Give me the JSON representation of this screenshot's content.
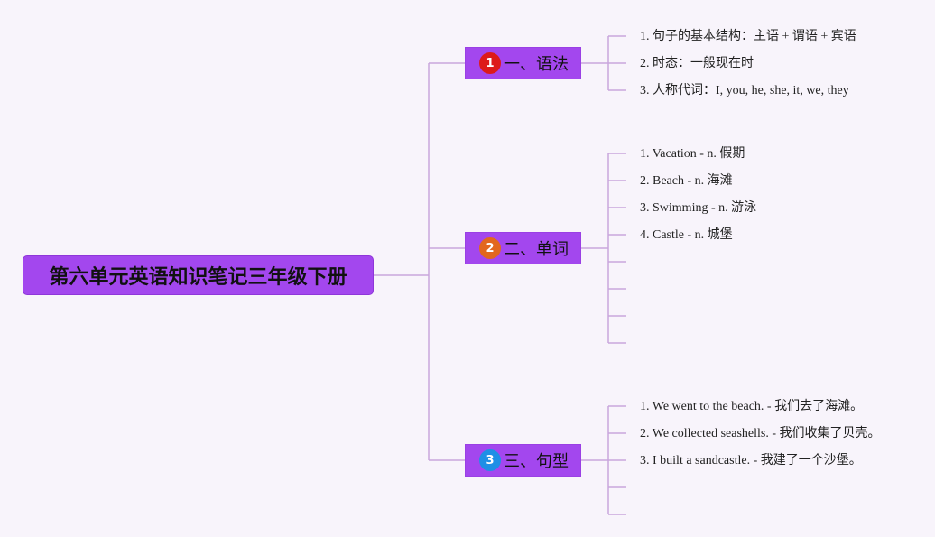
{
  "colors": {
    "node_fill": "#a347ee",
    "connector": "#c9a6dd",
    "badge_1": "#dd1a1a",
    "badge_2": "#e2671e",
    "badge_3": "#1e8fe6",
    "background": "#f8f4fb"
  },
  "root": {
    "title": "第六单元英语知识笔记三年级下册"
  },
  "branches": [
    {
      "badge": "1",
      "label": "一、语法",
      "items": [
        "1. 句子的基本结构：主语 + 谓语 + 宾语",
        "2. 时态：一般现在时",
        "3. 人称代词：I, you, he, she, it, we, they"
      ]
    },
    {
      "badge": "2",
      "label": "二、单词",
      "items": [
        "1. Vacation - n. 假期",
        "2. Beach - n. 海滩",
        "3. Swimming - n. 游泳",
        "4. Castle - n. 城堡"
      ]
    },
    {
      "badge": "3",
      "label": "三、句型",
      "items": [
        "1. We went to the beach. - 我们去了海滩。",
        "2. We collected seashells. - 我们收集了贝壳。",
        "3. I built a sandcastle. - 我建了一个沙堡。"
      ]
    }
  ]
}
